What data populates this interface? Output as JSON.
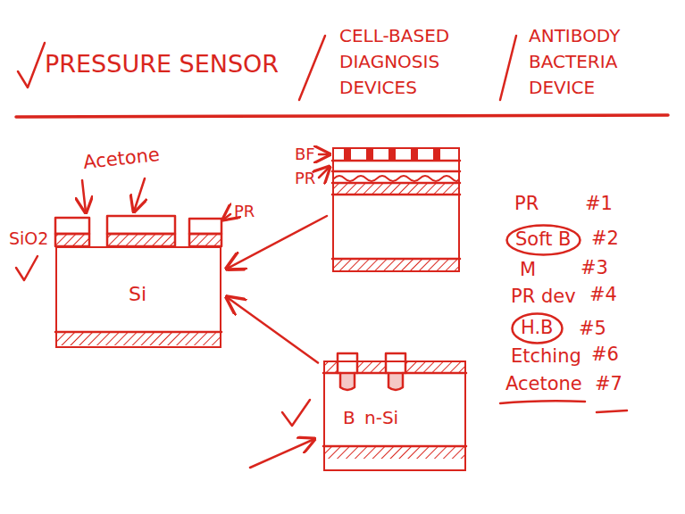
{
  "diagram": {
    "nodes": [
      {
        "text": [
          "Si"
        ]
      },
      {
        "text": [
          "BF",
          "PR"
        ]
      },
      {
        "text": [
          "B",
          "n-Si"
        ]
      },
      {
        "text": [
          "Soft B"
        ]
      },
      {
        "text": [
          "H.B"
        ]
      }
    ],
    "edges": [
      {
        "from": 1,
        "to": 0,
        "arrow": "to"
      },
      {
        "from": 2,
        "to": 0,
        "arrow": "to"
      }
    ],
    "labels": [
      "PRESSURE SENSOR",
      "CELL-BASED DIAGNOSIS DEVICES",
      "ANTIBODY BACTERIA DEVICE",
      "Acetone",
      "SiO2",
      "PR",
      "PR",
      "#1",
      "#2",
      "M",
      "#3",
      "PR dev",
      "#4",
      "#5",
      "Etching",
      "#6",
      "Acetone",
      "#7"
    ]
  }
}
